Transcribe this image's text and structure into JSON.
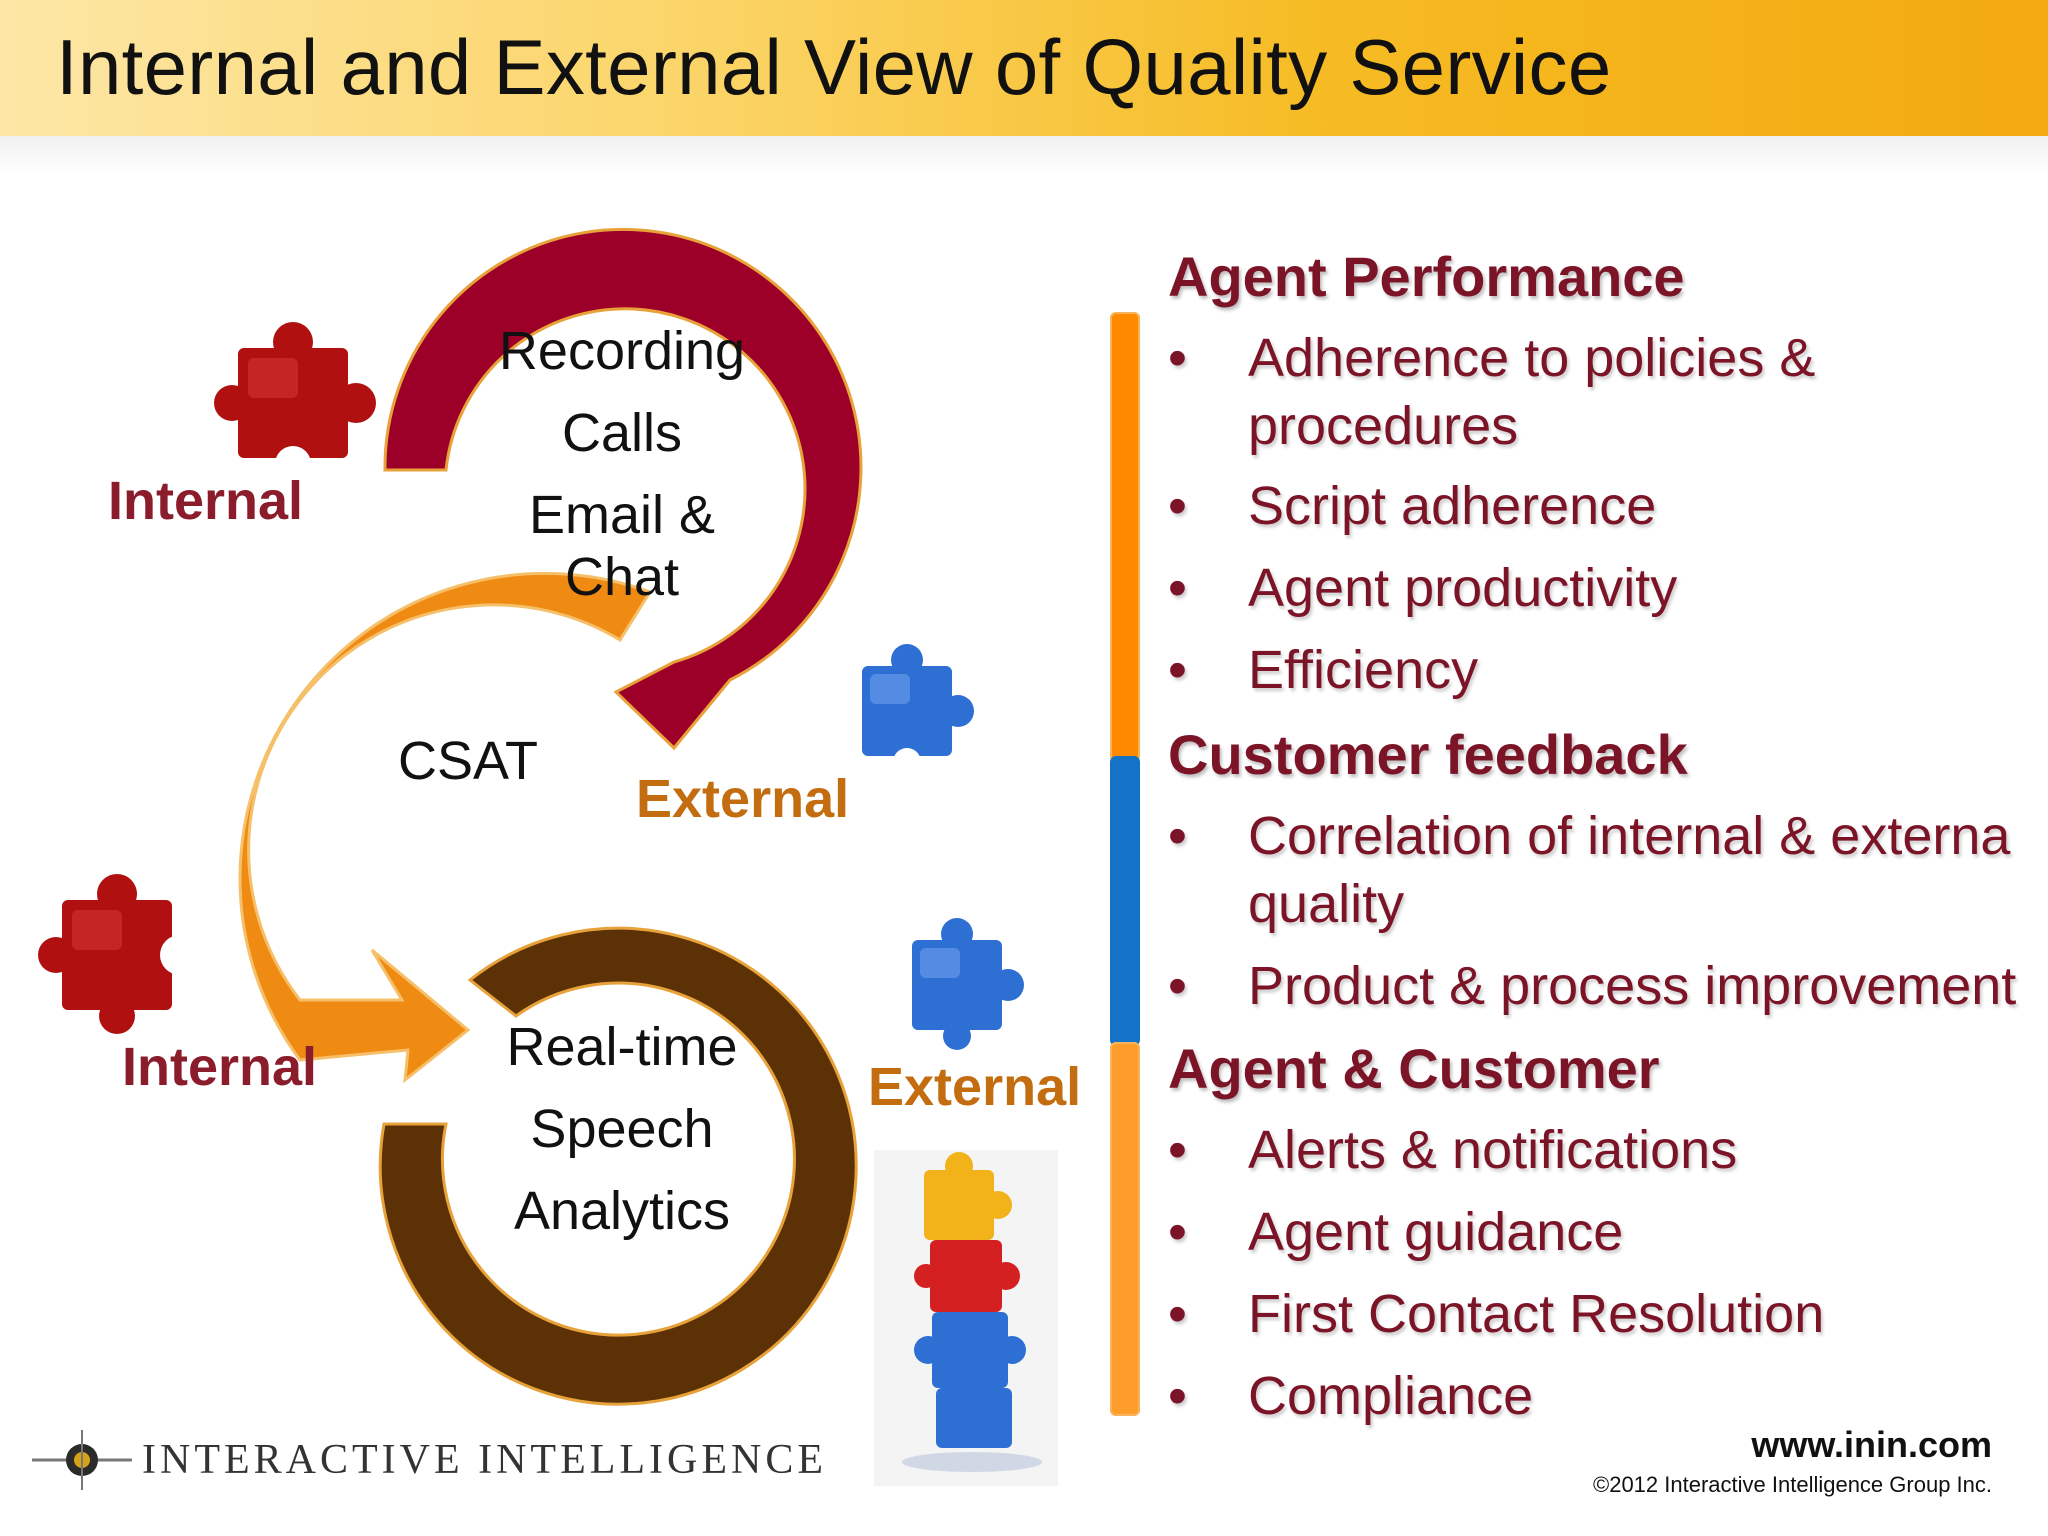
{
  "title": "Internal and External View of Quality Service",
  "diagram": {
    "recording": [
      "Recording",
      "Calls",
      "Email &",
      "Chat"
    ],
    "csat": "CSAT",
    "speech": [
      "Real-time",
      "Speech",
      "Analytics"
    ],
    "internal_1": "Internal",
    "internal_2": "Internal",
    "external_1": "External",
    "external_2": "External",
    "colors": {
      "recording_arrow": "#9c0028",
      "csat_arrow": "#ef8a12",
      "speech_ring": "#5d3106",
      "red_puzzle": "#b01010",
      "blue_puzzle": "#2e6fd4"
    }
  },
  "sections": [
    {
      "heading": "Agent Performance",
      "bar_color": "#ff8a00",
      "bullets": [
        [
          "Adherence to policies &",
          "procedures"
        ],
        [
          "Script adherence"
        ],
        [
          "Agent productivity"
        ],
        [
          "Efficiency"
        ]
      ]
    },
    {
      "heading": "Customer feedback",
      "bar_color": "#1473c6",
      "bullets": [
        [
          "Correlation of internal & externa",
          "quality"
        ],
        [
          "Product & process improvement"
        ]
      ]
    },
    {
      "heading": "Agent & Customer",
      "bar_color": "#ff9d2b",
      "bullets": [
        [
          "Alerts & notifications"
        ],
        [
          "Agent guidance"
        ],
        [
          "First Contact Resolution"
        ],
        [
          "Compliance"
        ]
      ]
    }
  ],
  "bullet_char": "•",
  "footer": {
    "logo": "INTERACTIVE INTELLIGENCE",
    "url": "www.inin.com",
    "copyright": "©2012 Interactive Intelligence Group Inc."
  }
}
